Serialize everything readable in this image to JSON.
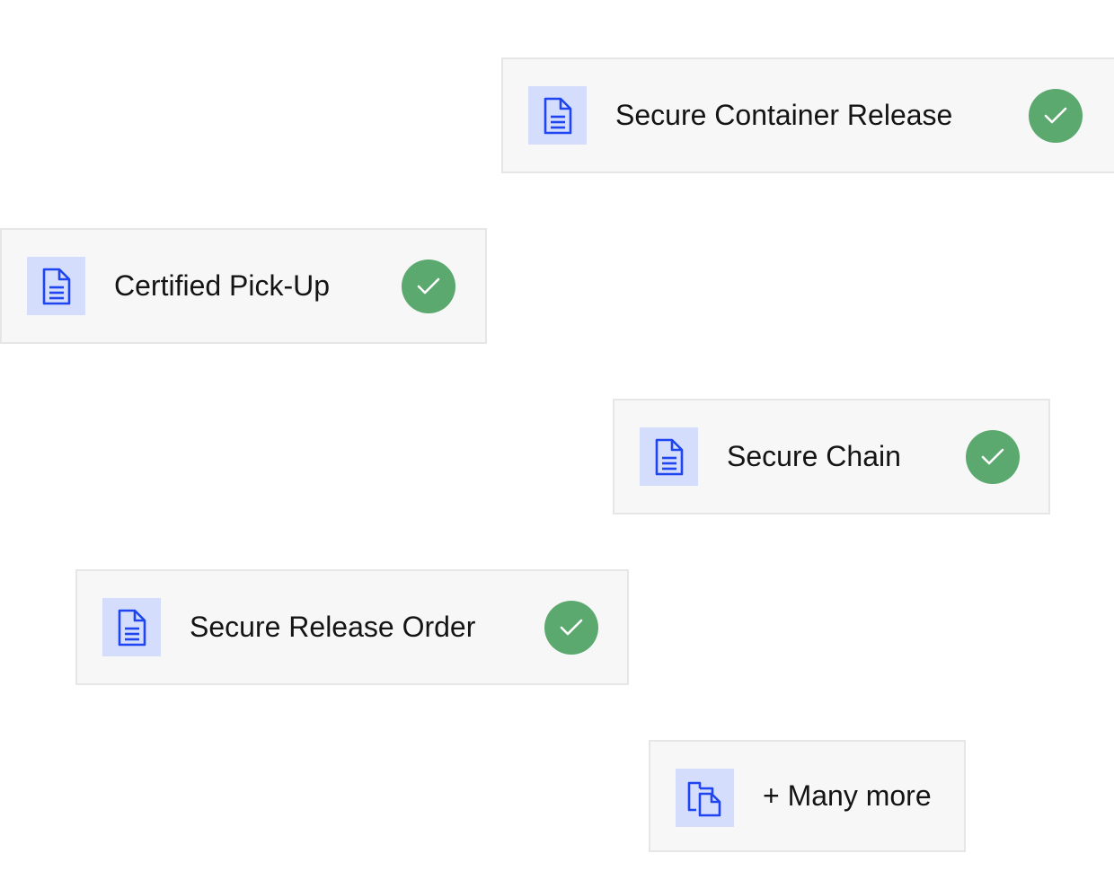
{
  "items": [
    {
      "label": "Secure Container Release",
      "status_icon": "check-icon",
      "doc_icon": "document-icon"
    },
    {
      "label": "Certified Pick-Up",
      "status_icon": "check-icon",
      "doc_icon": "document-icon"
    },
    {
      "label": "Secure Chain",
      "status_icon": "check-icon",
      "doc_icon": "document-icon"
    },
    {
      "label": "Secure Release Order",
      "status_icon": "check-icon",
      "doc_icon": "document-icon"
    }
  ],
  "more": {
    "label": "+ Many more",
    "icon": "documents-icon"
  },
  "colors": {
    "card_bg": "#f7f7f7",
    "card_border": "#e6e6e6",
    "icon_bg": "#d5ddfc",
    "icon_stroke": "#1f45f0",
    "check_bg": "#5ba96f",
    "text": "#141414"
  }
}
